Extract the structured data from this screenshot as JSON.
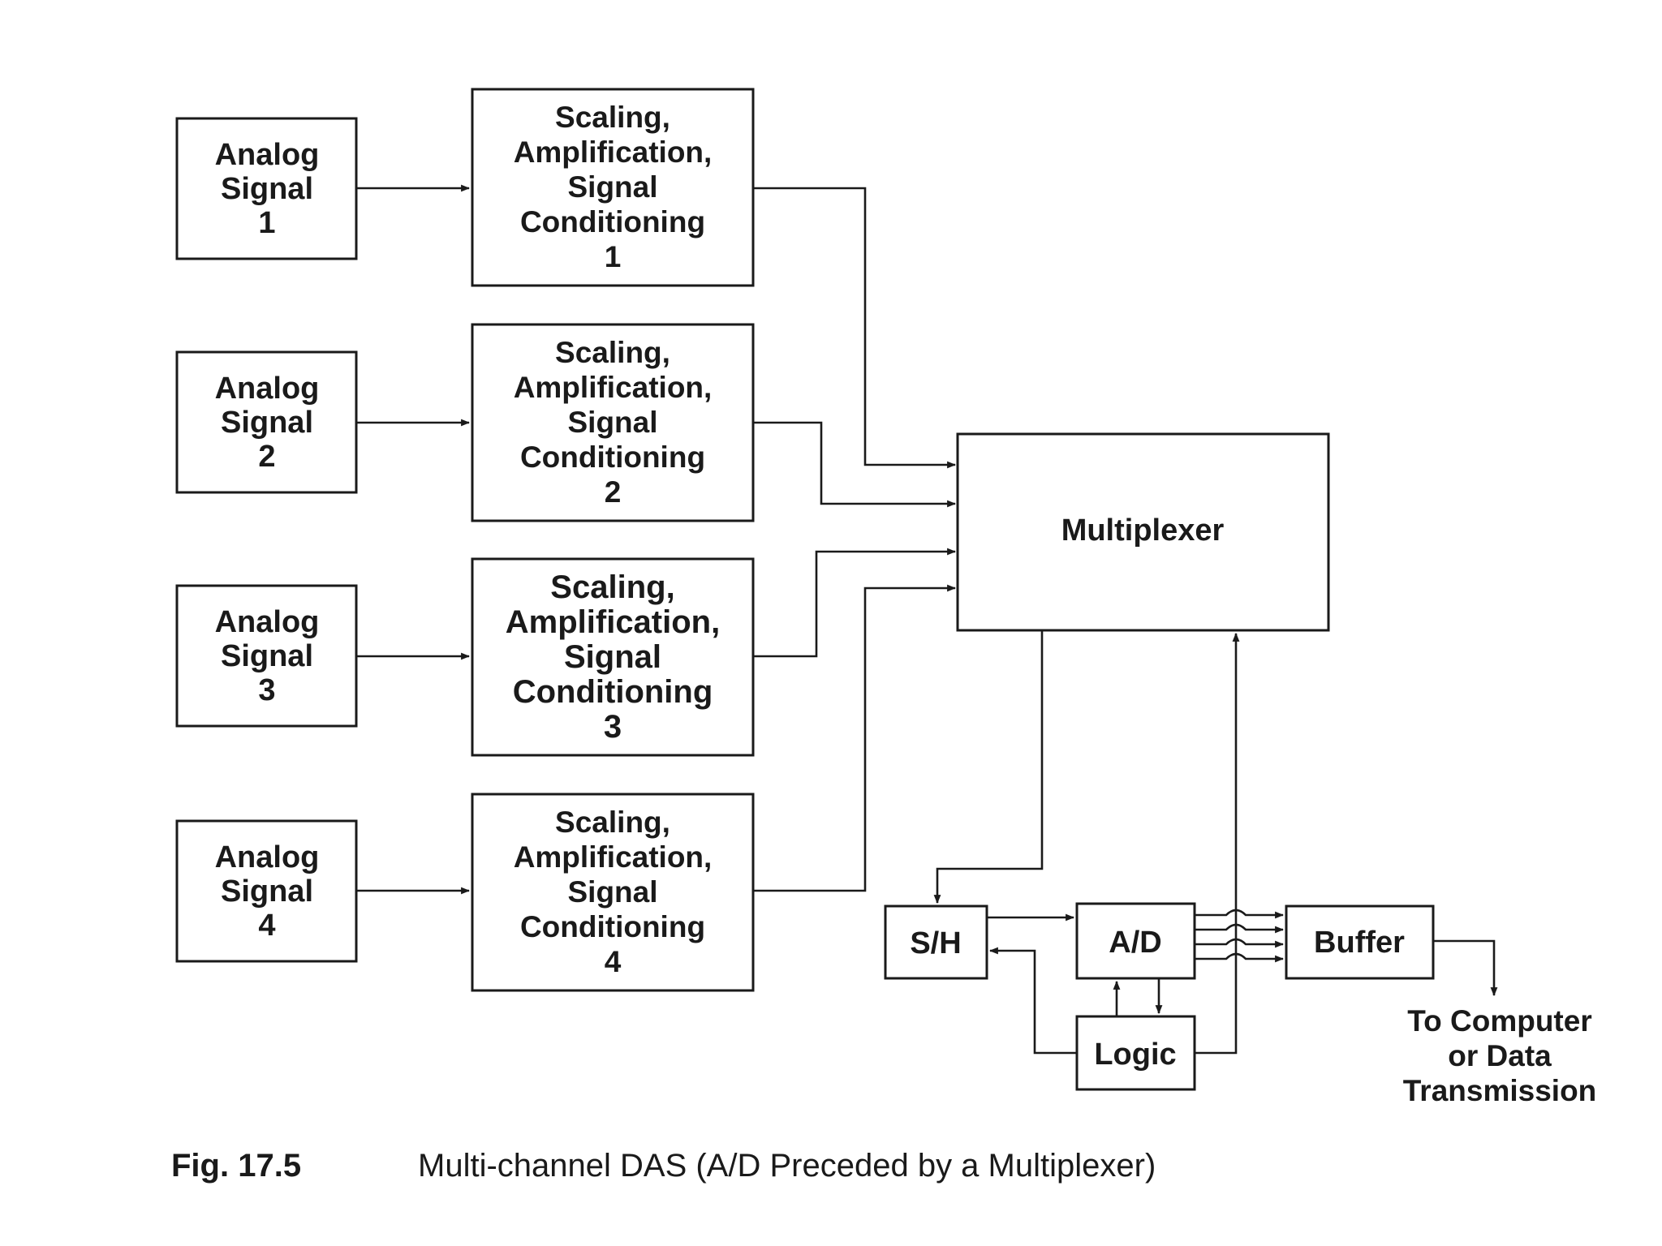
{
  "channels": [
    {
      "signal": [
        "Analog",
        "Signal",
        "1"
      ],
      "conditioning": [
        "Scaling,",
        "Amplification,",
        "Signal",
        "Conditioning",
        "1"
      ]
    },
    {
      "signal": [
        "Analog",
        "Signal",
        "2"
      ],
      "conditioning": [
        "Scaling,",
        "Amplification,",
        "Signal",
        "Conditioning",
        "2"
      ]
    },
    {
      "signal": [
        "Analog",
        "Signal",
        "3"
      ],
      "conditioning": [
        "Scaling,",
        "Amplification,",
        "Signal",
        "Conditioning",
        "3"
      ]
    },
    {
      "signal": [
        "Analog",
        "Signal",
        "4"
      ],
      "conditioning": [
        "Scaling,",
        "Amplification,",
        "Signal",
        "Conditioning",
        "4"
      ]
    }
  ],
  "multiplexer": "Multiplexer",
  "sample_hold": "S/H",
  "adc": "A/D",
  "logic": "Logic",
  "buffer": "Buffer",
  "output": [
    "To Computer",
    "or Data",
    "Transmission"
  ],
  "caption": {
    "number": "Fig. 17.5",
    "text": "Multi-channel DAS (A/D Preceded by a Multiplexer)"
  }
}
